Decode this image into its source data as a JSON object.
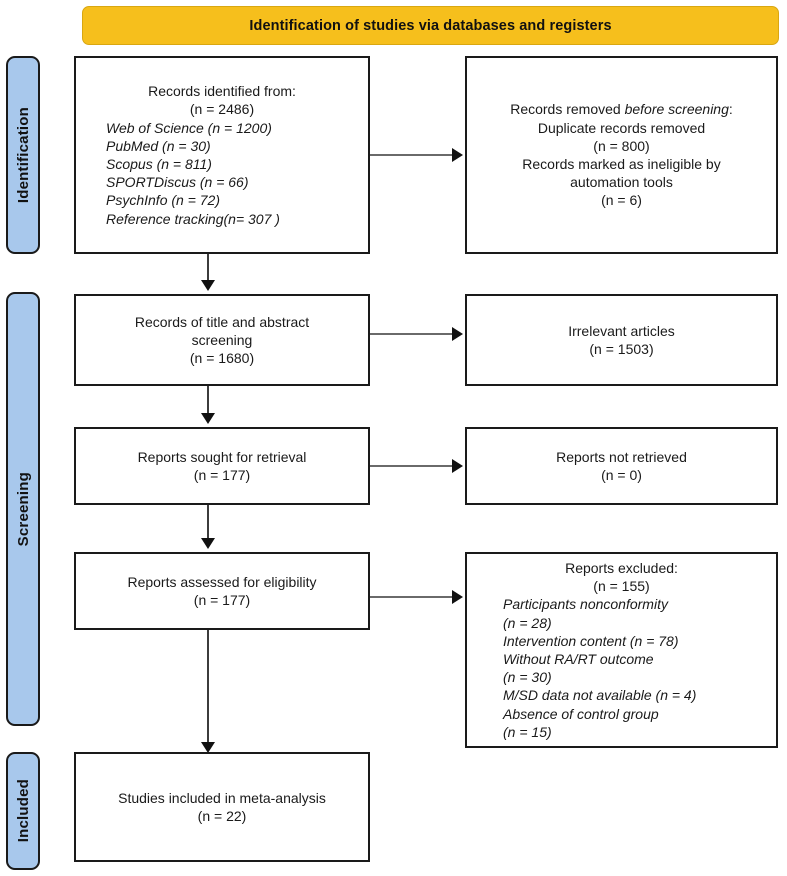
{
  "banner": {
    "title": "Identification of studies via databases and registers"
  },
  "phases": [
    {
      "label": "Identification"
    },
    {
      "label": "Screening"
    },
    {
      "label": "Included"
    }
  ],
  "nodes": {
    "records_identified": {
      "lines": [
        "Records identified from:",
        "(n = 2486)",
        "Web of Science (n = 1200)",
        "PubMed (n = 30)",
        "Scopus (n = 811)",
        "SPORTDiscus (n = 66)",
        "PsychInfo (n = 72)",
        "Reference tracking(n= 307 )"
      ]
    },
    "records_removed": {
      "line1_prefix": "Records removed ",
      "line1_italic": "before screening",
      "line1_suffix": ":",
      "lines": [
        "Duplicate records removed",
        "(n = 800)",
        "Records marked as ineligible by",
        "automation tools",
        "(n = 6)"
      ]
    },
    "title_abstract_screening": {
      "lines": [
        "Records of title and abstract",
        "screening",
        "(n = 1680)"
      ]
    },
    "irrelevant_articles": {
      "lines": [
        "Irrelevant articles",
        "(n = 1503)"
      ]
    },
    "reports_sought": {
      "lines": [
        "Reports sought for retrieval",
        "(n = 177)"
      ]
    },
    "reports_not_retrieved": {
      "lines": [
        "Reports not retrieved",
        "(n = 0)"
      ]
    },
    "reports_assessed": {
      "lines": [
        "Reports assessed for eligibility",
        "(n = 177)"
      ]
    },
    "reports_excluded": {
      "lines": [
        "Reports excluded:",
        "(n = 155)",
        "Participants nonconformity",
        "(n = 28)",
        "Intervention content (n = 78)",
        "Without RA/RT outcome",
        "(n = 30)",
        "M/SD data not available (n = 4)",
        "Absence of control group",
        "(n = 15)"
      ]
    },
    "studies_included": {
      "lines": [
        "Studies included in meta-analysis",
        "(n = 22)"
      ]
    }
  },
  "colors": {
    "banner": "#f6bf1c",
    "phase_rail": "#a8c8ec",
    "box_border": "#1a1a1a",
    "connector": "#3c3c3c"
  },
  "chart_data": {
    "type": "diagram",
    "title": "PRISMA 2020 flow diagram",
    "counts": {
      "records_identified_total": 2486,
      "web_of_science": 1200,
      "pubmed": 30,
      "scopus": 811,
      "sportdiscus": 66,
      "psychinfo": 72,
      "reference_tracking": 307,
      "duplicate_records_removed": 800,
      "marked_ineligible_automation": 6,
      "title_abstract_screened": 1680,
      "irrelevant_articles": 1503,
      "reports_sought_for_retrieval": 177,
      "reports_not_retrieved": 0,
      "reports_assessed_for_eligibility": 177,
      "reports_excluded_total": 155,
      "excluded_participants_nonconformity": 28,
      "excluded_intervention_content": 78,
      "excluded_without_ra_rt_outcome": 30,
      "excluded_msd_not_available": 4,
      "excluded_absence_control_group": 15,
      "studies_included_meta_analysis": 22
    }
  }
}
